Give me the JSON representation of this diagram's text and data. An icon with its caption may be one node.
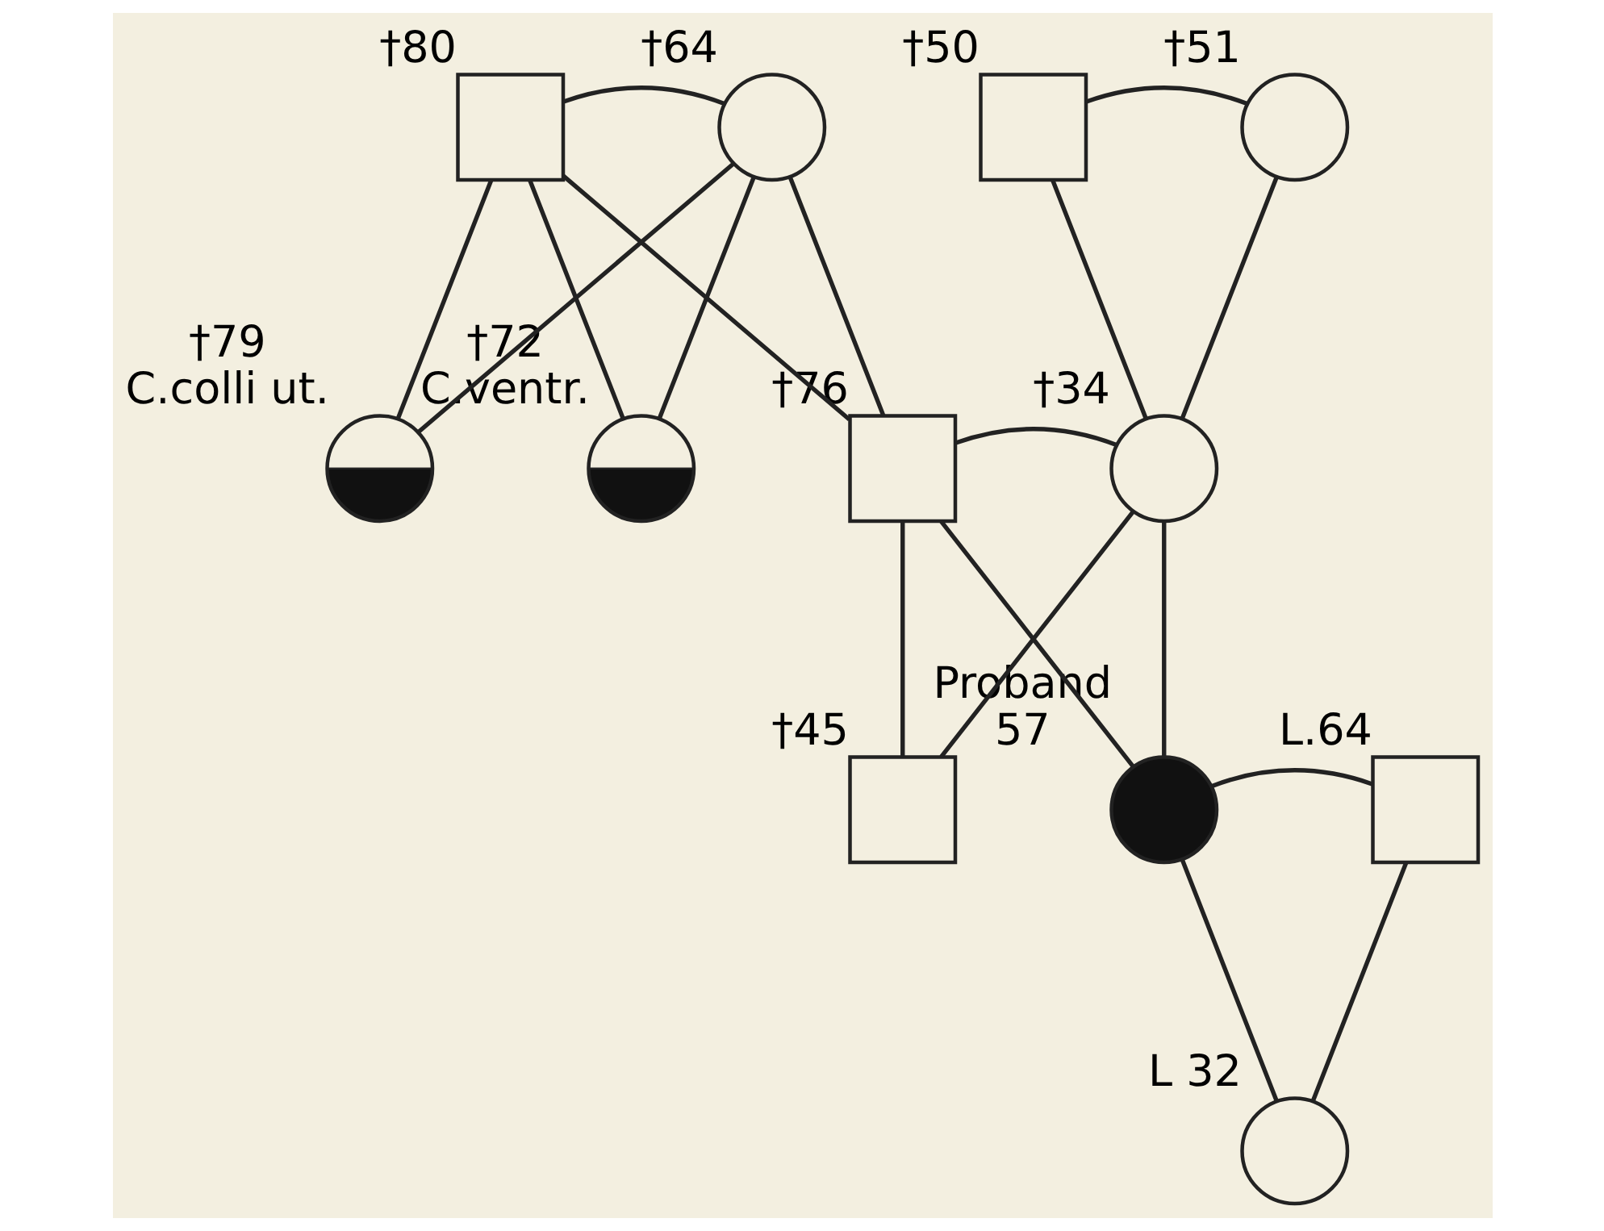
{
  "diagram": {
    "nodes": [
      {
        "text": [],
        "shape": "box",
        "beside": [
          "†80"
        ]
      },
      {
        "text": [],
        "shape": "circle",
        "beside": [
          "†64"
        ]
      },
      {
        "text": [],
        "shape": "box",
        "beside": [
          "†50"
        ]
      },
      {
        "text": [],
        "shape": "circle",
        "beside": [
          "†51"
        ]
      },
      {
        "text": [],
        "shape": "circle",
        "beside": [
          "†79",
          "C.colli ut."
        ]
      },
      {
        "text": [],
        "shape": "circle",
        "beside": [
          "†72",
          "C.ventr."
        ]
      },
      {
        "text": [],
        "shape": "box",
        "beside": [
          "†76"
        ]
      },
      {
        "text": [],
        "shape": "circle",
        "beside": [
          "†34"
        ]
      },
      {
        "text": [],
        "shape": "box",
        "beside": [
          "†45"
        ]
      },
      {
        "text": [],
        "shape": "circle",
        "beside": [
          "Proband",
          "57"
        ]
      },
      {
        "text": [],
        "shape": "box",
        "beside": [
          "L.64"
        ]
      },
      {
        "text": [],
        "shape": "circle",
        "beside": [
          "L 32"
        ]
      }
    ],
    "edges": [
      {
        "from": 0,
        "to": 1,
        "arrow": "none"
      },
      {
        "from": 2,
        "to": 3,
        "arrow": "none"
      },
      {
        "from": 0,
        "to": 4,
        "arrow": "none"
      },
      {
        "from": 1,
        "to": 4,
        "arrow": "none"
      },
      {
        "from": 0,
        "to": 5,
        "arrow": "none"
      },
      {
        "from": 1,
        "to": 5,
        "arrow": "none"
      },
      {
        "from": 0,
        "to": 6,
        "arrow": "none"
      },
      {
        "from": 1,
        "to": 6,
        "arrow": "none"
      },
      {
        "from": 2,
        "to": 7,
        "arrow": "none"
      },
      {
        "from": 3,
        "to": 7,
        "arrow": "none"
      },
      {
        "from": 6,
        "to": 7,
        "arrow": "none"
      },
      {
        "from": 6,
        "to": 8,
        "arrow": "none"
      },
      {
        "from": 7,
        "to": 8,
        "arrow": "none"
      },
      {
        "from": 6,
        "to": 9,
        "arrow": "none"
      },
      {
        "from": 7,
        "to": 9,
        "arrow": "none"
      },
      {
        "from": 9,
        "to": 10,
        "arrow": "none"
      },
      {
        "from": 9,
        "to": 11,
        "arrow": "none"
      },
      {
        "from": 10,
        "to": 11,
        "arrow": "none"
      }
    ]
  }
}
